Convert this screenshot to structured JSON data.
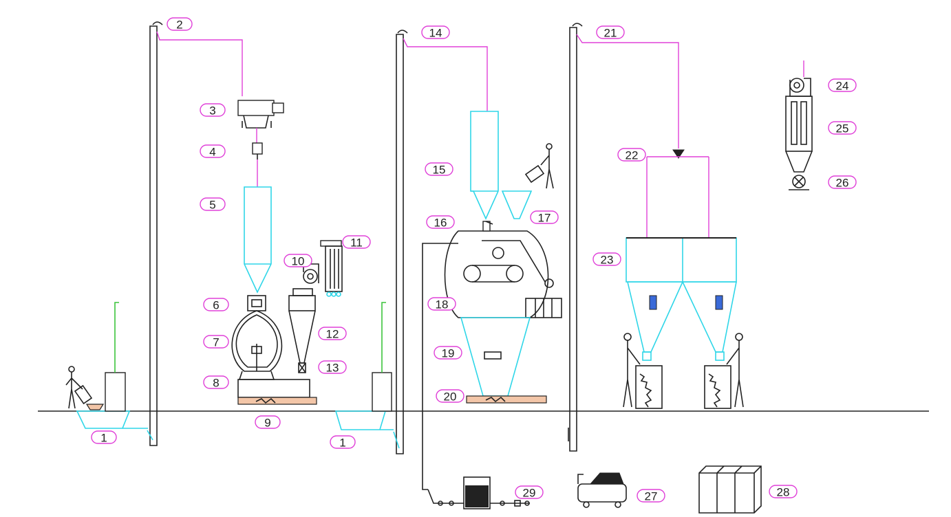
{
  "colors": {
    "pipe": "#e040d8",
    "vessel_outline": "#2fd6e8",
    "exhaust": "#3cc43c",
    "conveyor": "#f3c6a8",
    "structure": "#222222"
  },
  "labels": [
    {
      "id": "tag-1a",
      "text": "1"
    },
    {
      "id": "tag-2",
      "text": "2"
    },
    {
      "id": "tag-3",
      "text": "3"
    },
    {
      "id": "tag-4",
      "text": "4"
    },
    {
      "id": "tag-5",
      "text": "5"
    },
    {
      "id": "tag-6",
      "text": "6"
    },
    {
      "id": "tag-7",
      "text": "7"
    },
    {
      "id": "tag-8",
      "text": "8"
    },
    {
      "id": "tag-9",
      "text": "9"
    },
    {
      "id": "tag-10",
      "text": "10"
    },
    {
      "id": "tag-11",
      "text": "11"
    },
    {
      "id": "tag-12",
      "text": "12"
    },
    {
      "id": "tag-13",
      "text": "13"
    },
    {
      "id": "tag-1b",
      "text": "1"
    },
    {
      "id": "tag-14",
      "text": "14"
    },
    {
      "id": "tag-15",
      "text": "15"
    },
    {
      "id": "tag-16",
      "text": "16"
    },
    {
      "id": "tag-17",
      "text": "17"
    },
    {
      "id": "tag-18",
      "text": "18"
    },
    {
      "id": "tag-19",
      "text": "19"
    },
    {
      "id": "tag-20",
      "text": "20"
    },
    {
      "id": "tag-21",
      "text": "21"
    },
    {
      "id": "tag-22",
      "text": "22"
    },
    {
      "id": "tag-23",
      "text": "23"
    },
    {
      "id": "tag-24",
      "text": "24"
    },
    {
      "id": "tag-25",
      "text": "25"
    },
    {
      "id": "tag-26",
      "text": "26"
    },
    {
      "id": "tag-27",
      "text": "27"
    },
    {
      "id": "tag-28",
      "text": "28"
    },
    {
      "id": "tag-29",
      "text": "29"
    }
  ]
}
